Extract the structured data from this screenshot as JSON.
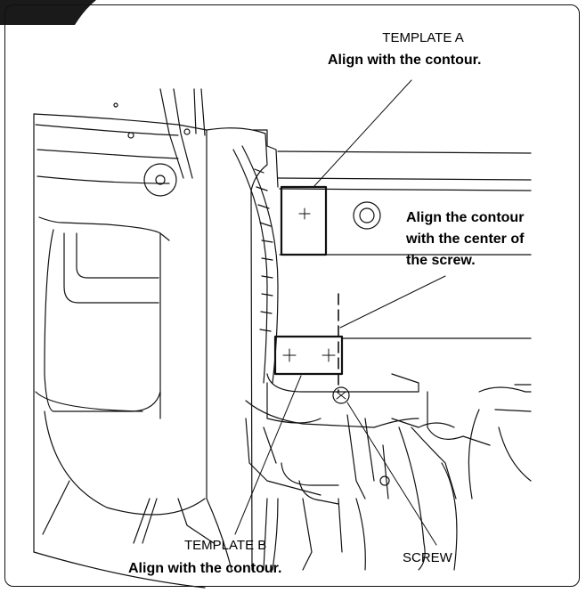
{
  "callouts": {
    "template_a": {
      "title": "TEMPLATE A",
      "instruction": "Align with the contour."
    },
    "screw_note": {
      "line1": "Align the contour",
      "line2": "with the center of",
      "line3": "the screw."
    },
    "template_b": {
      "title": "TEMPLATE B",
      "instruction": "Align with the contour."
    },
    "screw": {
      "label": "SCREW"
    }
  },
  "colors": {
    "line": "#111111",
    "tab": "#1a1a1a",
    "background": "#ffffff"
  }
}
